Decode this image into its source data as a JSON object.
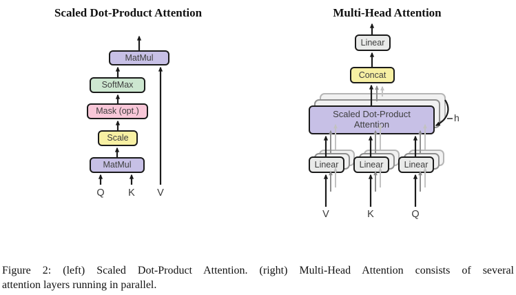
{
  "colors": {
    "page_bg": "#ffffff",
    "box_purple": "#c7c0e6",
    "box_green": "#cde7d0",
    "box_pink": "#f8c7d8",
    "box_yellow": "#f7f0a3",
    "box_gray": "#e9eae9",
    "box_border": "#1a1a1a",
    "ghost_border_1": "#8e8e8e",
    "ghost_border_2": "#b5b5b5",
    "ghost_fill": "#f1f1f1",
    "arrow": "#1a1a1a",
    "arrow_ghost_1": "#8f8f8f",
    "arrow_ghost_2": "#c2c2c2",
    "box_text": "#3d3d3d",
    "label_text": "#3a3a3a",
    "title_text": "#111111",
    "caption_text": "#111111"
  },
  "left": {
    "title": "Scaled Dot-Product Attention",
    "matmul_top": "MatMul",
    "softmax": "SoftMax",
    "mask": "Mask (opt.)",
    "scale": "Scale",
    "matmul_bottom": "MatMul",
    "input_q": "Q",
    "input_k": "K",
    "input_v": "V"
  },
  "right": {
    "title": "Multi-Head Attention",
    "linear_top": "Linear",
    "concat": "Concat",
    "sdpa_line1": "Scaled Dot-Product",
    "sdpa_line2": "Attention",
    "linear_v": "Linear",
    "linear_k": "Linear",
    "linear_q": "Linear",
    "heads_label": "h",
    "input_v": "V",
    "input_k": "K",
    "input_q": "Q"
  },
  "caption": {
    "line1": "Figure 2: (left) Scaled Dot-Product Attention. (right) Multi-Head Attention consists of several",
    "line2": "attention layers running in parallel."
  }
}
